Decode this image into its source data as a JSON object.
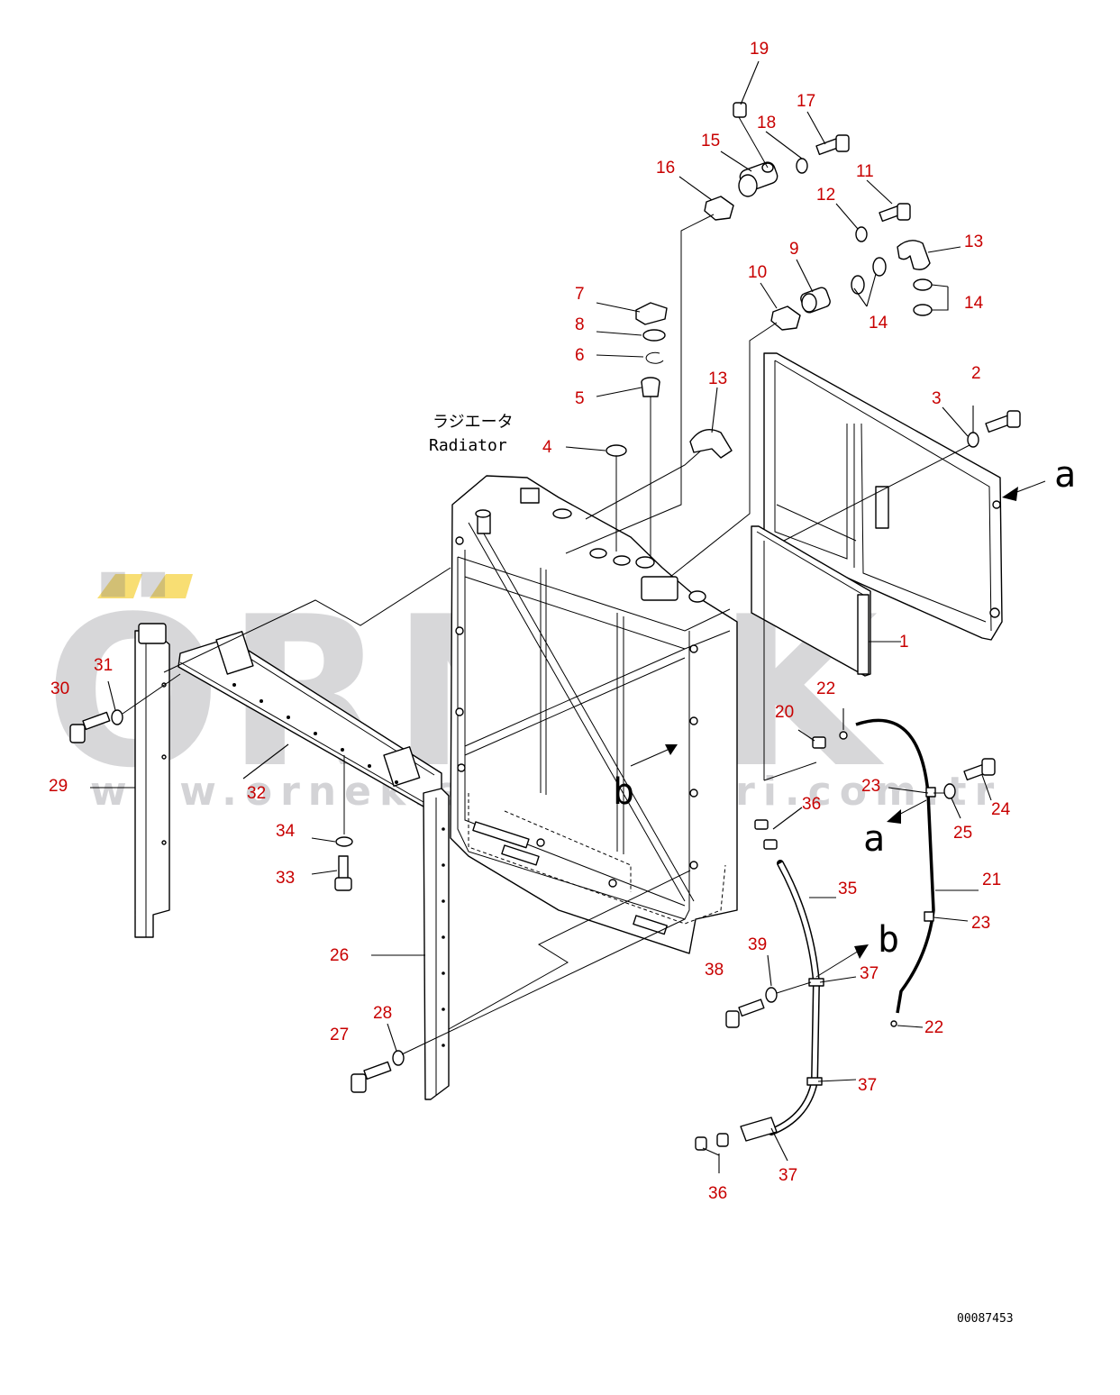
{
  "diagram": {
    "radiator_label_jp": "ラジエータ",
    "radiator_label_en": "Radiator",
    "drawing_number": "00087453",
    "view_letters": {
      "a": "a",
      "b": "b"
    },
    "watermark": {
      "brand": "ÖRNEK",
      "url": "www.ornekismakinalari.com.tr"
    },
    "callouts": {
      "c1": "1",
      "c2": "2",
      "c3": "3",
      "c4": "4",
      "c5": "5",
      "c6": "6",
      "c7": "7",
      "c8": "8",
      "c9": "9",
      "c10": "10",
      "c11": "11",
      "c12": "12",
      "c13a": "13",
      "c13b": "13",
      "c14a": "14",
      "c14b": "14",
      "c15": "15",
      "c16": "16",
      "c17": "17",
      "c18": "18",
      "c19": "19",
      "c20": "20",
      "c21": "21",
      "c22a": "22",
      "c22b": "22",
      "c23a": "23",
      "c23b": "23",
      "c24": "24",
      "c25": "25",
      "c26": "26",
      "c27": "27",
      "c28": "28",
      "c29": "29",
      "c30": "30",
      "c31": "31",
      "c32": "32",
      "c33": "33",
      "c34": "34",
      "c35": "35",
      "c36a": "36",
      "c36b": "36",
      "c37a": "37",
      "c37b": "37",
      "c37c": "37",
      "c38": "38",
      "c39": "39"
    },
    "colors": {
      "callout": "#c80000",
      "line": "#000000",
      "watermark": "#6e6e78",
      "watermark_accent": "#f2c200"
    }
  }
}
